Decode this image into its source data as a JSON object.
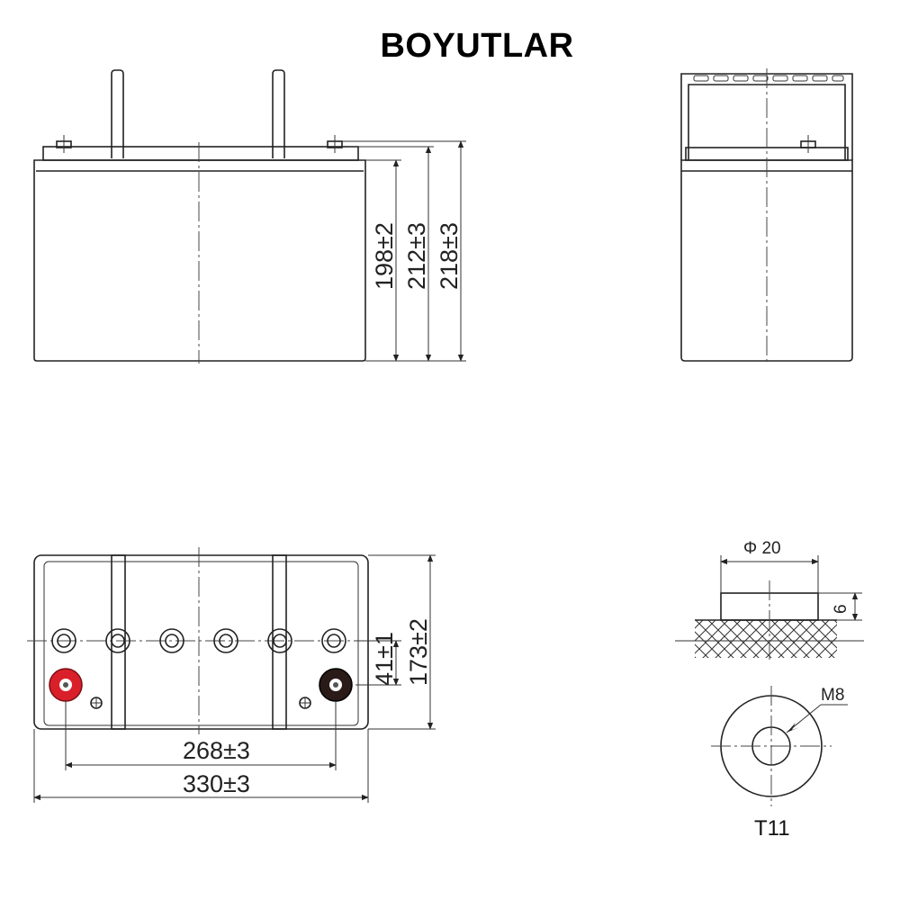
{
  "title": "BOYUTLAR",
  "dimensions": {
    "height_container": "198±2",
    "height_terminal": "212±3",
    "height_total": "218±3",
    "terminal_offset": "41±1",
    "width": "173±2",
    "terminal_spacing": "268±3",
    "length": "330±3"
  },
  "terminal": {
    "diameter": "Φ 20",
    "height": "6",
    "thread": "M8",
    "type": "T11"
  },
  "colors": {
    "positive_terminal": "#d9202a",
    "negative_terminal": "#2a1a18",
    "line": "#222222"
  }
}
